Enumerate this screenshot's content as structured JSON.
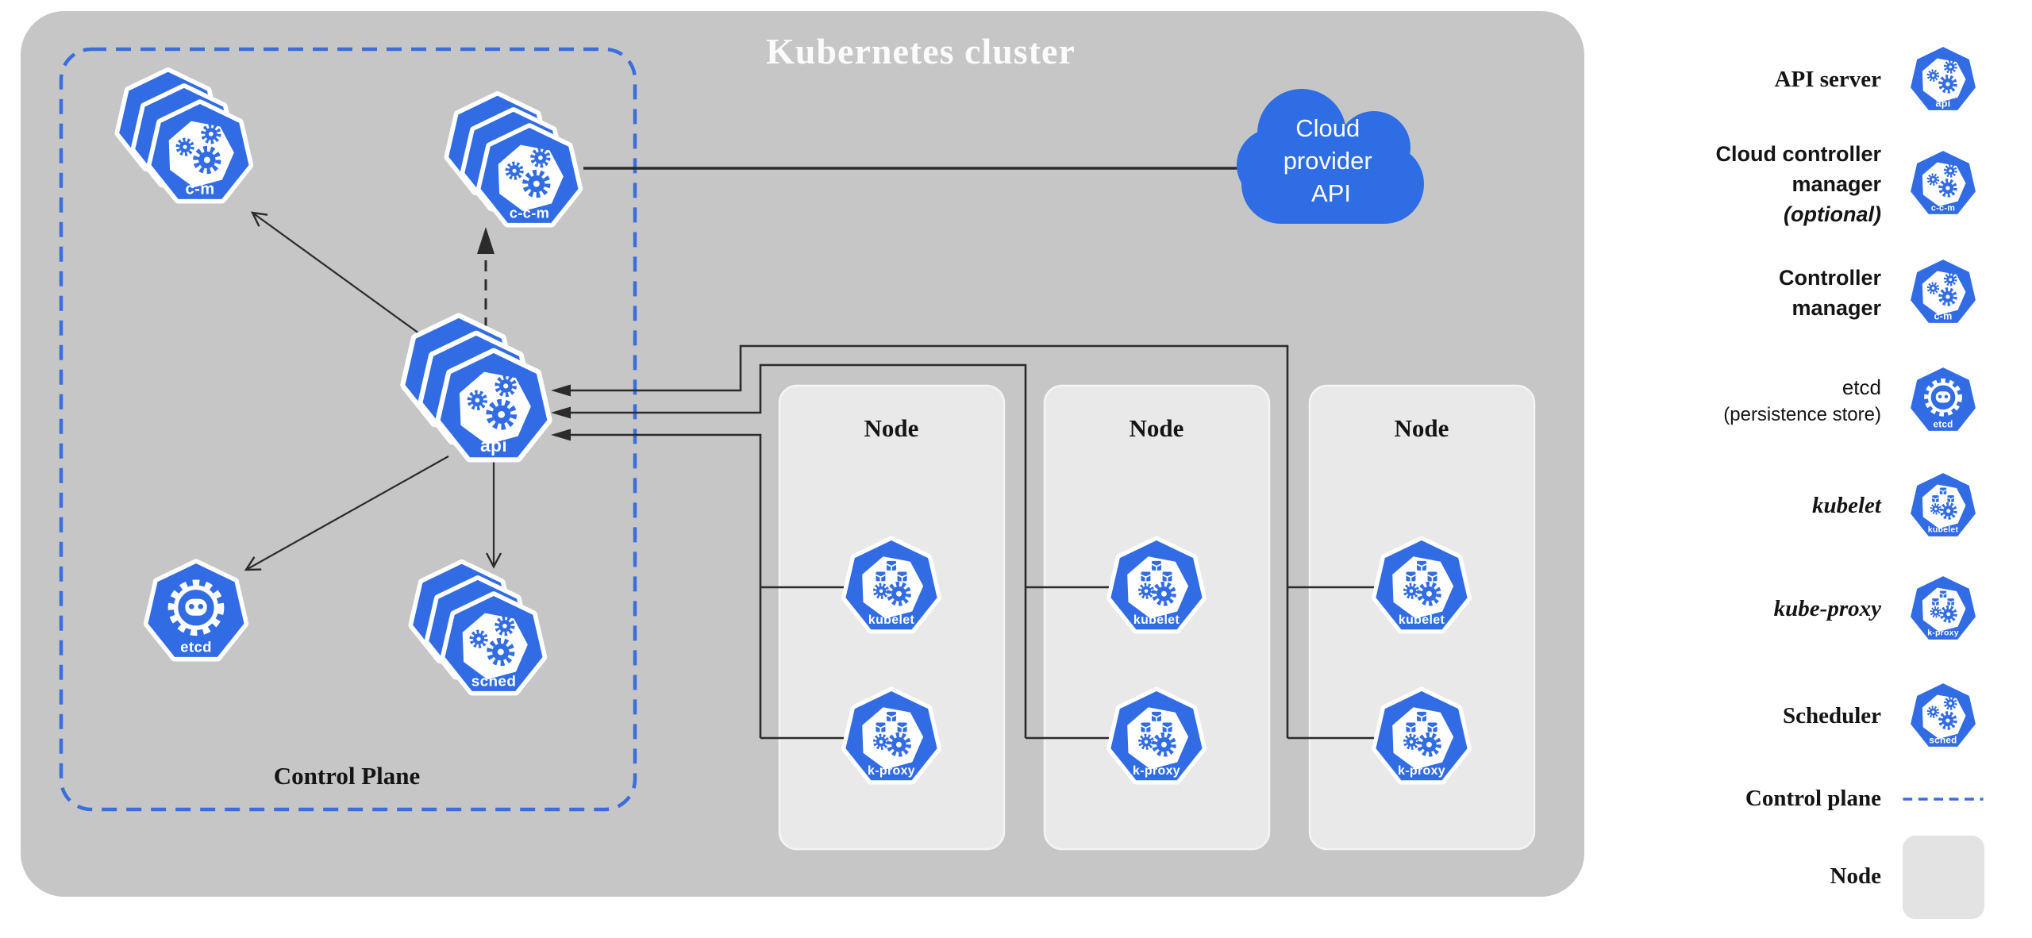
{
  "title": "Kubernetes cluster",
  "control_plane_label": "Control Plane",
  "cloud": {
    "line1": "Cloud",
    "line2": "provider",
    "line3": "API"
  },
  "components": {
    "api": "api",
    "c_m": "c-m",
    "c_c_m": "c-c-m",
    "etcd": "etcd",
    "sched": "sched"
  },
  "nodes": [
    {
      "title": "Node",
      "kubelet": "kubelet",
      "kproxy": "k-proxy"
    },
    {
      "title": "Node",
      "kubelet": "kubelet",
      "kproxy": "k-proxy"
    },
    {
      "title": "Node",
      "kubelet": "kubelet",
      "kproxy": "k-proxy"
    }
  ],
  "legend": {
    "api_server": {
      "label": "API server",
      "icon_label": "api"
    },
    "cloud_controller_manager": {
      "line1": "Cloud controller",
      "line2": "manager",
      "line3": "(optional)",
      "icon_label": "c-c-m"
    },
    "controller_manager": {
      "line1": "Controller",
      "line2": "manager",
      "icon_label": "c-m"
    },
    "etcd": {
      "line1": "etcd",
      "line2": "(persistence store)",
      "icon_label": "etcd"
    },
    "kubelet": {
      "label": "kubelet",
      "icon_label": "kubelet"
    },
    "kube_proxy": {
      "label": "kube-proxy",
      "icon_label": "k-proxy"
    },
    "scheduler": {
      "label": "Scheduler",
      "icon_label": "sched"
    },
    "control_plane": {
      "label": "Control plane"
    },
    "node": {
      "label": "Node"
    }
  },
  "colors": {
    "kubernetes_blue": "#316CE4",
    "cluster_background": "#c6c6c7",
    "node_background": "#e9e9e9",
    "control_plane_border": "#3a6edd",
    "connector_black": "#2b2b2b",
    "cloud_blue": "#2f6de4"
  }
}
